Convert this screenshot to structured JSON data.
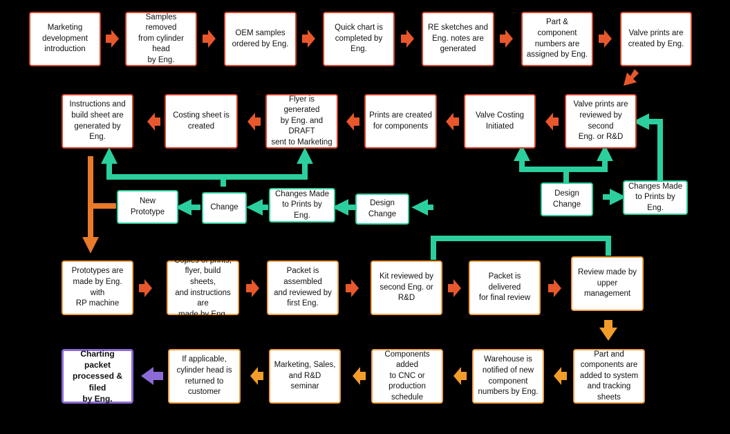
{
  "boxes": {
    "s1": "Marketing\ndevelopment\nintroduction",
    "s2": "Samples removed\nfrom cylinder head\nby Eng.",
    "s3": "OEM samples\nordered by Eng.",
    "s4": "Quick chart is\ncompleted by Eng.",
    "s5": "RE sketches and\nEng. notes are\ngenerated",
    "s6": "Part & component\nnumbers are\nassigned by Eng.",
    "s7": "Valve prints are\ncreated by Eng.",
    "r2_1": "Valve prints are\nreviewed by second\nEng. or R&D",
    "r2_2": "Valve Costing\nInitiated",
    "r2_3": "Prints are created\nfor components",
    "r2_4": "Flyer is generated\nby Eng. and DRAFT\nsent to Marketing",
    "r2_5": "Costing sheet is\ncreated",
    "r2_6": "Instructions and\nbuild sheet are\ngenerated by Eng.",
    "design_change_1": "Design\nChange",
    "changes_made_1": "Changes Made\nto Prints by Eng.",
    "design_change_2": "Design\nChange",
    "changes_made_2": "Changes Made\nto Prints by Eng.",
    "change": "Change",
    "new_prototype": "New Prototype",
    "r4_1": "Prototypes are\nmade by Eng. with\nRP machine",
    "r4_2": "Copies of prints,\nflyer, build sheets,\nand instructions are\nmade by Eng.",
    "r4_3": "Packet is assembled\nand reviewed by\nfirst Eng.",
    "r4_4": "Kit reviewed by\nsecond Eng. or R&D",
    "r4_5": "Packet is delivered\nfor final review",
    "r4_6": "Review made by\nupper management",
    "r5_1": "Part and\ncomponents are\nadded to system\nand tracking sheets",
    "r5_2": "Warehouse is\nnotified of new\ncomponent\nnumbers by Eng.",
    "r5_3": "Components added\nto CNC or\nproduction\nschedule",
    "r5_4": "Marketing, Sales,\nand R&D seminar",
    "r5_5": "If applicable,\ncylinder head is\nreturned to\ncustomer",
    "final": "Charting packet\nprocessed & filed\nby Eng."
  },
  "colors": {
    "background": "#000000",
    "step_border": "#d9442b",
    "step_arrow": "#e8582c",
    "late_border": "#f0a040",
    "late_arrow": "#f29c2a",
    "change_loop": "#2bcf9e",
    "prototype_flow": "#e87a2a",
    "final_accent": "#8b6cd6"
  }
}
